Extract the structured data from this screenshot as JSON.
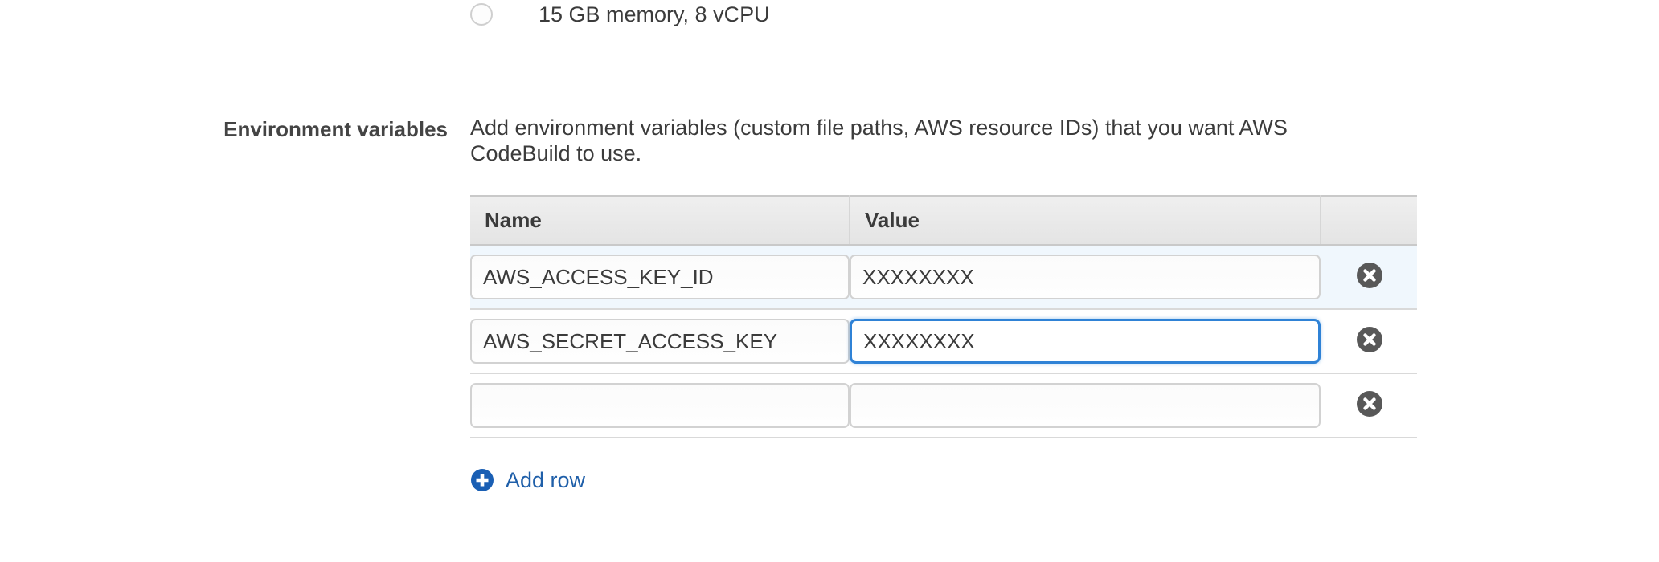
{
  "memory_option": {
    "label": "15 GB memory, 8 vCPU",
    "selected": false,
    "radio_icon": "radio-unselected-icon"
  },
  "environment_variables": {
    "field_label": "Environment variables",
    "description": "Add environment variables (custom file paths, AWS resource IDs) that you want AWS CodeBuild to use.",
    "table": {
      "columns": [
        "Name",
        "Value",
        ""
      ],
      "rows": [
        {
          "name": "AWS_ACCESS_KEY_ID",
          "value": "XXXXXXXX",
          "name_placeholder": "",
          "value_placeholder": "",
          "highlighted": true,
          "value_focused": false,
          "delete_icon": "delete-circle-x-icon"
        },
        {
          "name": "AWS_SECRET_ACCESS_KEY",
          "value": "XXXXXXXX",
          "name_placeholder": "",
          "value_placeholder": "",
          "highlighted": false,
          "value_focused": true,
          "delete_icon": "delete-circle-x-icon"
        },
        {
          "name": "",
          "value": "",
          "name_placeholder": "",
          "value_placeholder": "",
          "highlighted": false,
          "value_focused": false,
          "delete_icon": "delete-circle-x-icon"
        }
      ]
    },
    "add_row": {
      "label": "Add row",
      "icon": "add-circle-plus-icon"
    }
  },
  "colors": {
    "link_blue": "#1f5fa9",
    "focus_blue": "#2f82d6",
    "row_highlight": "#f0f7fd",
    "header_bg": "#e9e9e9",
    "text": "#3b3b3b",
    "delete_gray": "#585858"
  }
}
